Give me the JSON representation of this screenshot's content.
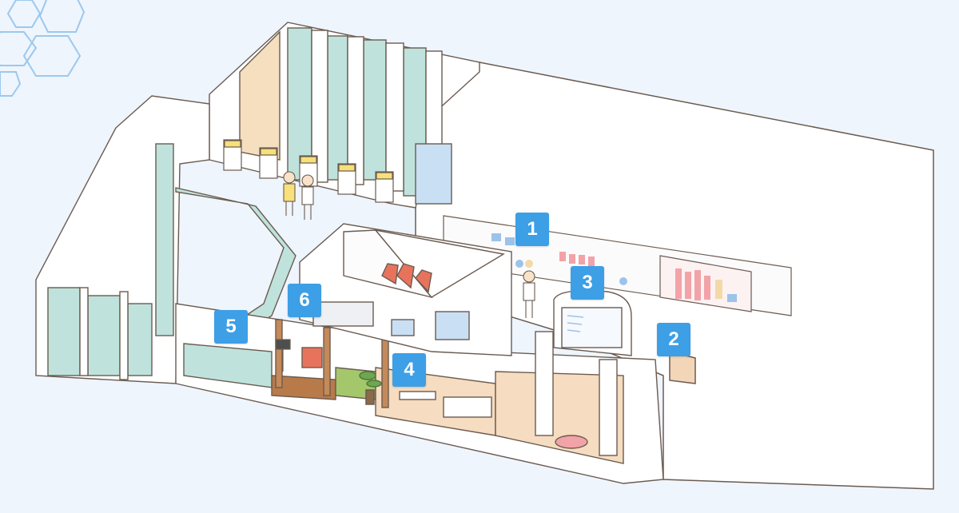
{
  "colors": {
    "background": "#eef5fd",
    "wall": "#ffffff",
    "outline": "#6b5b50",
    "glass": "#bfe3dc",
    "floor": "#f6dcc0",
    "marker": "#3d9fe6",
    "marker_text": "#ffffff",
    "chart_red": "#f2a3a8",
    "chart_blue": "#9cc3ea",
    "chair": "#e8735c",
    "hexagon": "#9cc8ee"
  },
  "markers": [
    {
      "id": "1",
      "label": "1"
    },
    {
      "id": "2",
      "label": "2"
    },
    {
      "id": "3",
      "label": "3"
    },
    {
      "id": "4",
      "label": "4"
    },
    {
      "id": "5",
      "label": "5"
    },
    {
      "id": "6",
      "label": "6"
    }
  ]
}
